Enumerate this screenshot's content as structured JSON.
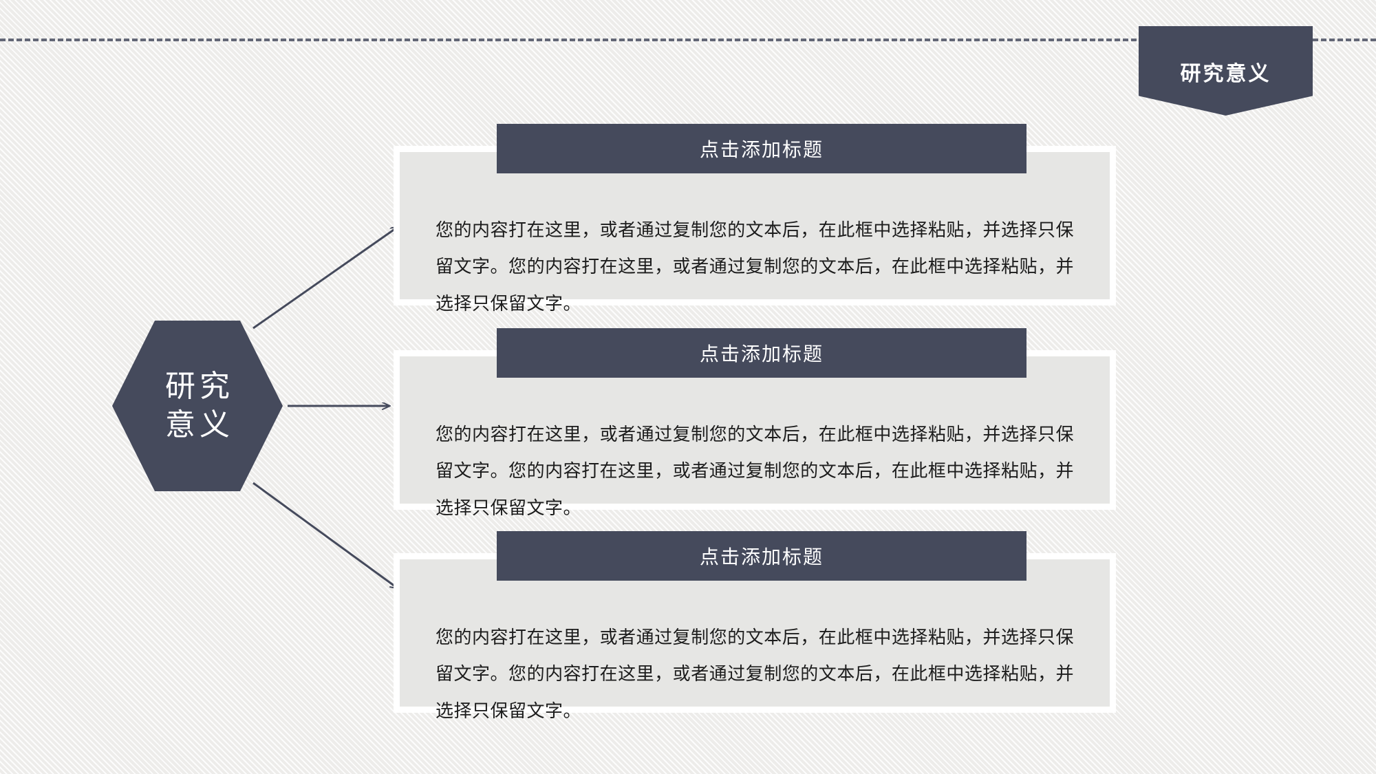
{
  "slide": {
    "background_color": "#edecea",
    "accent_color": "#454a5c",
    "card_body_color": "#e6e6e4",
    "card_border_color": "#ffffff"
  },
  "corner_banner": {
    "label": "研究意义"
  },
  "hexagon": {
    "line_1": "研究",
    "line_2": "意义"
  },
  "cards": [
    {
      "title": "点击添加标题",
      "body": "您的内容打在这里，或者通过复制您的文本后，在此框中选择粘贴，并选择只保留文字。您的内容打在这里，或者通过复制您的文本后，在此框中选择粘贴，并选择只保留文字。"
    },
    {
      "title": "点击添加标题",
      "body": "您的内容打在这里，或者通过复制您的文本后，在此框中选择粘贴，并选择只保留文字。您的内容打在这里，或者通过复制您的文本后，在此框中选择粘贴，并选择只保留文字。"
    },
    {
      "title": "点击添加标题",
      "body": "您的内容打在这里，或者通过复制您的文本后，在此框中选择粘贴，并选择只保留文字。您的内容打在这里，或者通过复制您的文本后，在此框中选择粘贴，并选择只保留文字。"
    }
  ],
  "connectors": [
    {
      "name": "arrow-to-card-1"
    },
    {
      "name": "arrow-to-card-2"
    },
    {
      "name": "arrow-to-card-3"
    }
  ]
}
